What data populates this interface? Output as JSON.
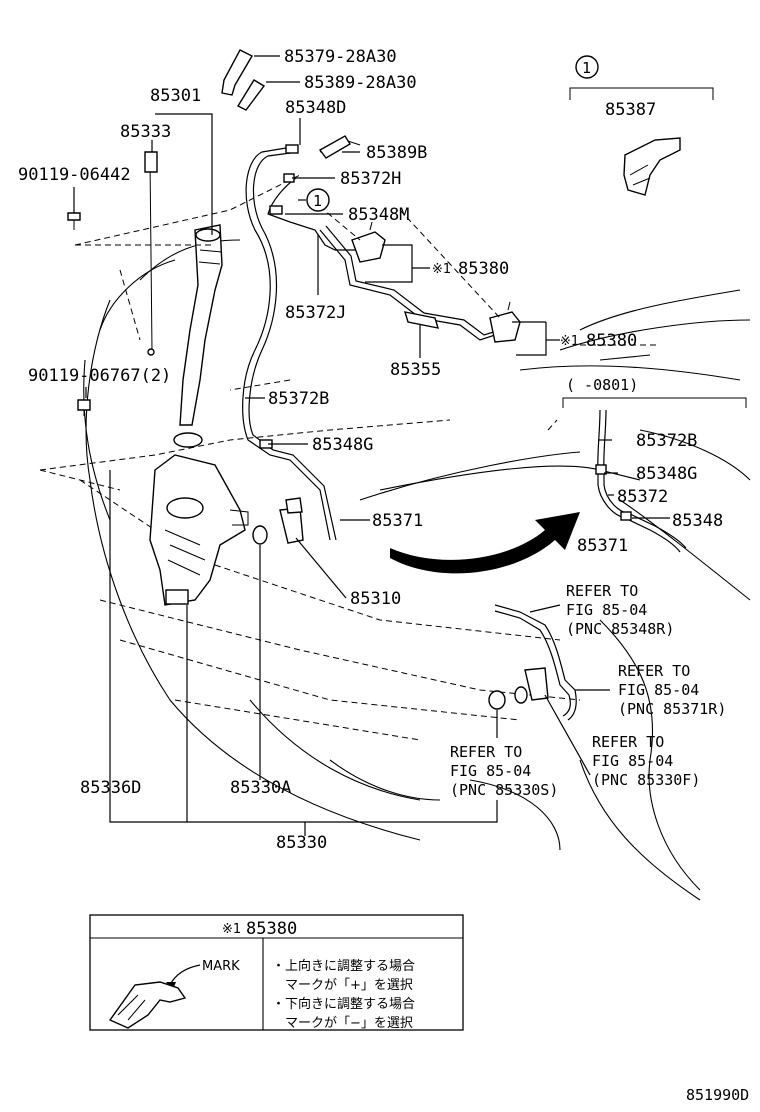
{
  "labels": {
    "p85379": "85379-28A30",
    "p85389": "85389-28A30",
    "p85301": "85301",
    "p85333": "85333",
    "p85348D": "85348D",
    "p85389B": "85389B",
    "p90119a": "90119-06442",
    "p85372H": "85372H",
    "circle1": "1",
    "p85348M": "85348M",
    "note_mark": "※1",
    "p85380a": "85380",
    "p85372J": "85372J",
    "p85380b": "85380",
    "p85355": "85355",
    "p90119b": "90119-06767(2)",
    "p85372B": "85372B",
    "p85348G": "85348G",
    "p85371": "85371",
    "p85310": "85310",
    "p85387": "85387",
    "inset_period": "(   -0801)",
    "i85372B": "85372B",
    "i85348G": "85348G",
    "i85372": "85372",
    "i85348": "85348",
    "i85371": "85371",
    "ref1_l1": "REFER TO",
    "ref1_l2": "FIG 85-04",
    "ref1_l3": "(PNC 85348R)",
    "ref2_l1": "REFER TO",
    "ref2_l2": "FIG 85-04",
    "ref2_l3": "(PNC 85371R)",
    "ref3_l1": "REFER TO",
    "ref3_l2": "FIG 85-04",
    "ref3_l3": "(PNC 85330F)",
    "ref4_l1": "REFER TO",
    "ref4_l2": "FIG 85-04",
    "ref4_l3": "(PNC 85330S)",
    "p85336D": "85336D",
    "p85330A": "85330A",
    "p85330": "85330",
    "footer_code": "851990D"
  },
  "legend_box": {
    "title_mark": "※1",
    "title": "85380",
    "mark_label": "MARK",
    "jp_line1": "・上向きに調整する場合",
    "jp_line2": "　マークが「+」を選択",
    "jp_line3": "・下向きに調整する場合",
    "jp_line4": "　マークが「−」を選択"
  }
}
